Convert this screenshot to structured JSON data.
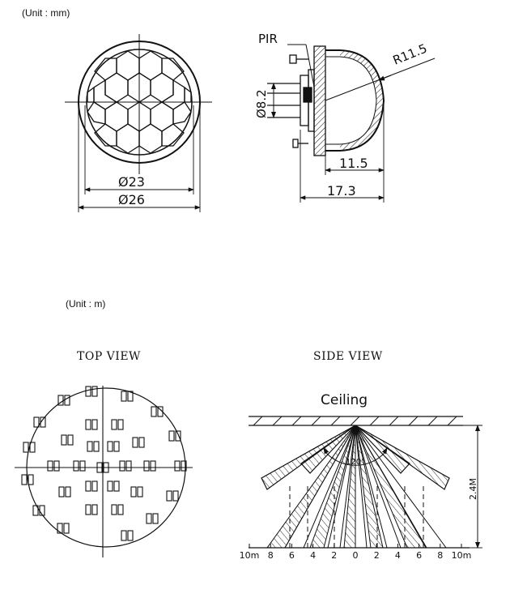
{
  "top_section": {
    "unit_label": "(Unit : mm)",
    "front_view": {
      "dia_inner": "Ø23",
      "dia_outer": "Ø26"
    },
    "side_view": {
      "pir_label": "PIR",
      "radius_label": "R11.5",
      "dia_label": "Ø8.2",
      "depth_label": "11.5",
      "length_label": "17.3"
    }
  },
  "bottom_section": {
    "unit_label": "(Unit : m)",
    "top_view_title": "TOP VIEW",
    "side_view_title": "SIDE VIEW",
    "ceiling_label": "Ceiling",
    "angle_label": "120°",
    "height_label": "2.4M",
    "axis_ticks": [
      "10m",
      "8",
      "6",
      "4",
      "2",
      "0",
      "2",
      "4",
      "6",
      "8",
      "10m"
    ]
  }
}
